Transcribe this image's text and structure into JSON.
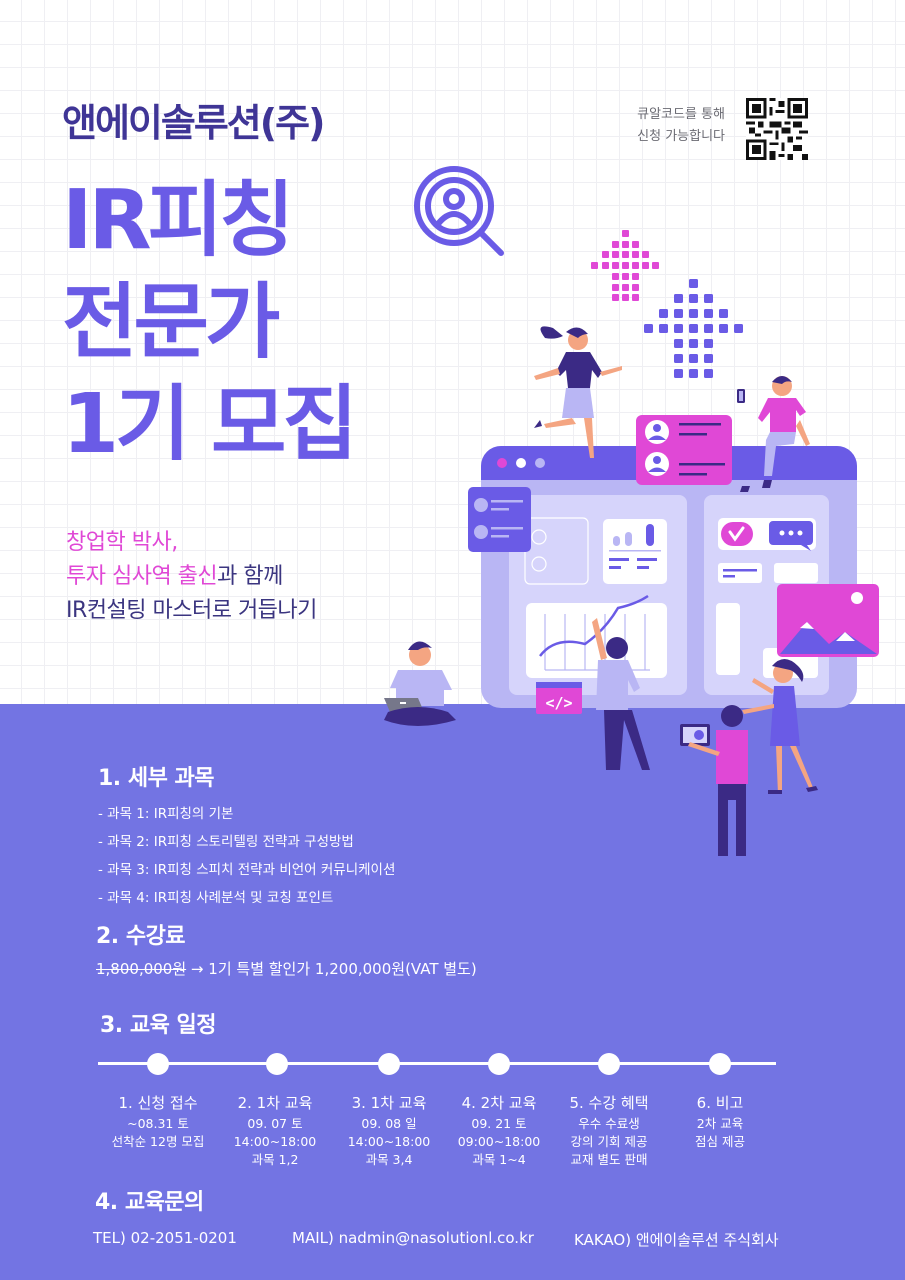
{
  "header": {
    "company": "앤에이솔루션(주)",
    "headline_lines": [
      "IR피칭",
      "전문가",
      "1기 모집"
    ],
    "qr_caption_lines": [
      "큐알코드를 통해",
      "신청 가능합니다"
    ],
    "qr_icon": "qr-code-icon"
  },
  "subtitle": {
    "line1_highlight": "창업학 박사,",
    "line2_highlight": "투자 심사역 출신",
    "line2_rest": "과 함께",
    "line3": "IR컨설팅 마스터로 거듭나기"
  },
  "colors": {
    "primary": "#6a5be6",
    "dark_navy": "#3f3596",
    "accent_pink": "#e048d6",
    "bottom_bg": "#7374e3",
    "white": "#ffffff"
  },
  "sections": {
    "courses": {
      "title": "1. 세부 과목",
      "items": [
        "- 과목 1: IR피칭의 기본",
        "- 과목 2: IR피칭 스토리텔링 전략과 구성방법",
        "- 과목 3: IR피칭 스피치 전략과 비언어 커뮤니케이션",
        "- 과목 4: IR피칭 사례분석 및 코칭 포인트"
      ]
    },
    "fee": {
      "title": "2. 수강료",
      "original": "1,800,000원",
      "arrow": "→",
      "discount": "1기 특별 할인가 1,200,000원(VAT 별도)"
    },
    "schedule": {
      "title": "3. 교육  일정",
      "steps": [
        {
          "title": "1. 신청 접수",
          "lines": [
            "~08.31 토",
            "선착순 12명 모집"
          ]
        },
        {
          "title": "2. 1차 교육",
          "lines": [
            "09. 07 토",
            "14:00~18:00",
            "과목 1,2"
          ]
        },
        {
          "title": "3. 1차 교육",
          "lines": [
            "09. 08 일",
            "14:00~18:00",
            "과목 3,4"
          ]
        },
        {
          "title": "4. 2차 교육",
          "lines": [
            "09. 21 토",
            "09:00~18:00",
            "과목 1~4"
          ]
        },
        {
          "title": "5. 수강 혜택",
          "lines": [
            "우수 수료생",
            "강의 기회 제공",
            "교재 별도 판매"
          ]
        },
        {
          "title": "6. 비고",
          "lines": [
            "2차 교육",
            "점심 제공"
          ]
        }
      ]
    },
    "contact": {
      "title": "4. 교육문의",
      "tel": "TEL) 02-2051-0201",
      "mail": "MAIL) nadmin@nasolutionl.co.kr",
      "kakao": "KAKAO) 앤에이솔루션 주식회사"
    }
  },
  "illustration": {
    "icons": [
      "magnifier-person-icon",
      "pixel-arrow-up-icon",
      "browser-window",
      "code-icon",
      "check-icon",
      "chat-bubble-icon",
      "image-icon",
      "bar-chart-icon",
      "line-chart-icon"
    ]
  }
}
